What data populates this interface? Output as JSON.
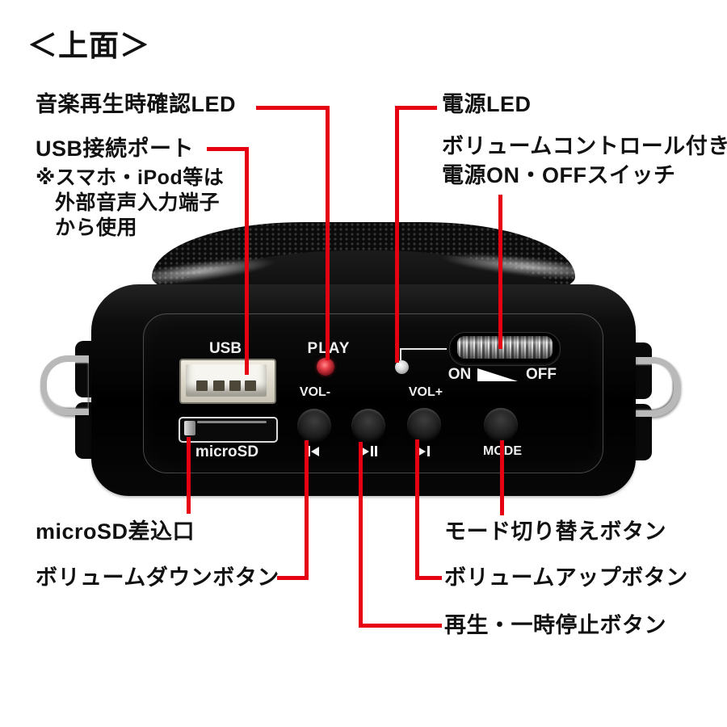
{
  "title": "＜上面＞",
  "colors": {
    "line_red": "#e60012",
    "label_black": "#111111",
    "background": "#ffffff"
  },
  "callouts": {
    "music_led": {
      "label": "音楽再生時確認LED"
    },
    "usb_port": {
      "label": "USB接続ポート",
      "note_lines": [
        "※スマホ・iPod等は",
        "外部音声入力端子",
        "から使用"
      ]
    },
    "power_led": {
      "label": "電源LED"
    },
    "power_switch": {
      "line1": "ボリュームコントロール付き",
      "line2": "電源ON・OFFスイッチ"
    },
    "microsd_slot": {
      "label": "microSD差込口"
    },
    "volume_down": {
      "label": "ボリュームダウンボタン"
    },
    "mode_button": {
      "label": "モード切り替えボタン"
    },
    "volume_up": {
      "label": "ボリュームアップボタン"
    },
    "play_pause": {
      "label": "再生・一時停止ボタン"
    }
  },
  "device": {
    "usb": "USB",
    "play": "PLAY",
    "microsd": "microSD",
    "vol_minus": "VOL-",
    "vol_plus": "VOL+",
    "mode": "MODE",
    "on": "ON",
    "off": "OFF"
  }
}
